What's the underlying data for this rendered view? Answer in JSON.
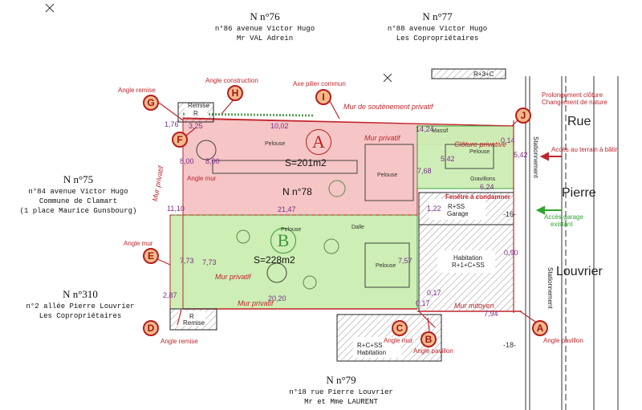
{
  "neighbors": {
    "n76": {
      "title": "N n°76",
      "address": "n°86 avenue Victor Hugo",
      "owner": "Mr VAL Adrein"
    },
    "n77": {
      "title": "N n°77",
      "address": "n°88 avenue Victor Hugo",
      "owner": "Les Copropriétaires"
    },
    "n75": {
      "title": "N n°75",
      "address": "n°84 avenue Victor Hugo",
      "owner": "Commune de Clamart",
      "extra": "(1 place Maurice Gunsbourg)"
    },
    "n310": {
      "title": "N n°310",
      "address": "n°2 allée Pierre Louvrier",
      "owner": "Les Copropriétaires"
    },
    "n79": {
      "title": "N n°79",
      "address": "n°18 rue Pierre Louvrier",
      "owner": "Mr et Mme LAURENT"
    }
  },
  "street": {
    "line1": "Rue",
    "line2": "Pierre",
    "line3": "Louvrier"
  },
  "zones": {
    "a": {
      "letter": "A",
      "area": "S=201m2",
      "color": "#f6c5c5"
    },
    "b": {
      "letter": "B",
      "area": "S=228m2",
      "color": "#cdeeb4"
    },
    "parcel_label": "N n°78"
  },
  "markers": {
    "a": "A",
    "b": "B",
    "c": "C",
    "d": "D",
    "e": "E",
    "f": "F",
    "g": "G",
    "h": "H",
    "i": "I",
    "j": "J"
  },
  "annotations": {
    "angle_remise_top": "Angle remise",
    "angle_construction": "Angle construction",
    "axe_pilier": "Axe pilier commun",
    "mur_soutenement": "Mur de soutènement privatif",
    "prolongement": "Prolongement clôture",
    "changement": "Changement de nature",
    "acces_bati": "Accès au terrain à bâtir",
    "acces_garage_1": "Accès garage",
    "acces_garage_2": "existant",
    "angle_mur_left": "Angle mur",
    "angle_mur_f": "Angle mur",
    "angle_remise_bottom": "Angle remise",
    "angle_mur_c": "Angle mur",
    "angle_pavillon_b": "Angle pavillon",
    "angle_pavillon_a": "Angle pavillon",
    "mur_privatif_top": "Mur privatif",
    "cloture_privative": "Clôture privative",
    "fenetre": "Fenêtre à condamner",
    "mur_privatif_left": "Mur privatif",
    "mur_privatif_b": "Mur privatif",
    "mur_privatif_bottom": "Mur privatif",
    "mur_mitoyen": "Mur mitoyen",
    "remise_top": "Remise",
    "remise_top_r": "R",
    "remise_bottom_r": "R",
    "remise_bottom": "Remise",
    "garage_1": "R+SS",
    "garage_2": "Garage",
    "habitation_1": "Habitation",
    "habitation_2": "R+1+C+SS",
    "habitation_s_1": "R+C+SS",
    "habitation_s_2": "Habitation",
    "r3c": "R+3+C",
    "stationnement_top": "Stationnement",
    "stationnement_bottom": "Stationnement"
  },
  "dimensions": {
    "d1": "1,76",
    "d2": "3,25",
    "d3": "10,02",
    "d4": "14,24",
    "d5": "8,00",
    "d6": "8,00",
    "d7": "21,47",
    "d8": "7,68",
    "d9": "5,42",
    "d10": "6,24",
    "d11": "11,10",
    "d12": "7,73",
    "d13": "7,73",
    "d14": "7,57",
    "d15": "2,87",
    "d16": "20,20",
    "d17": "7,94",
    "d18": "5,42",
    "d19": "0,14",
    "d20": "0,90",
    "d21": "-16-",
    "d22": "-18-",
    "d23": "0,17",
    "d24": "0,17",
    "d25": "1,22"
  },
  "small_labels": {
    "pelouse1": "Pelouse",
    "pelouse2": "Pelouse",
    "pelouse3": "Pelouse",
    "pelouse4": "Pelouse",
    "pelouse5": "Pelouse",
    "dalle": "Dalle",
    "massif": "Massif",
    "grav": "Gravillons"
  }
}
